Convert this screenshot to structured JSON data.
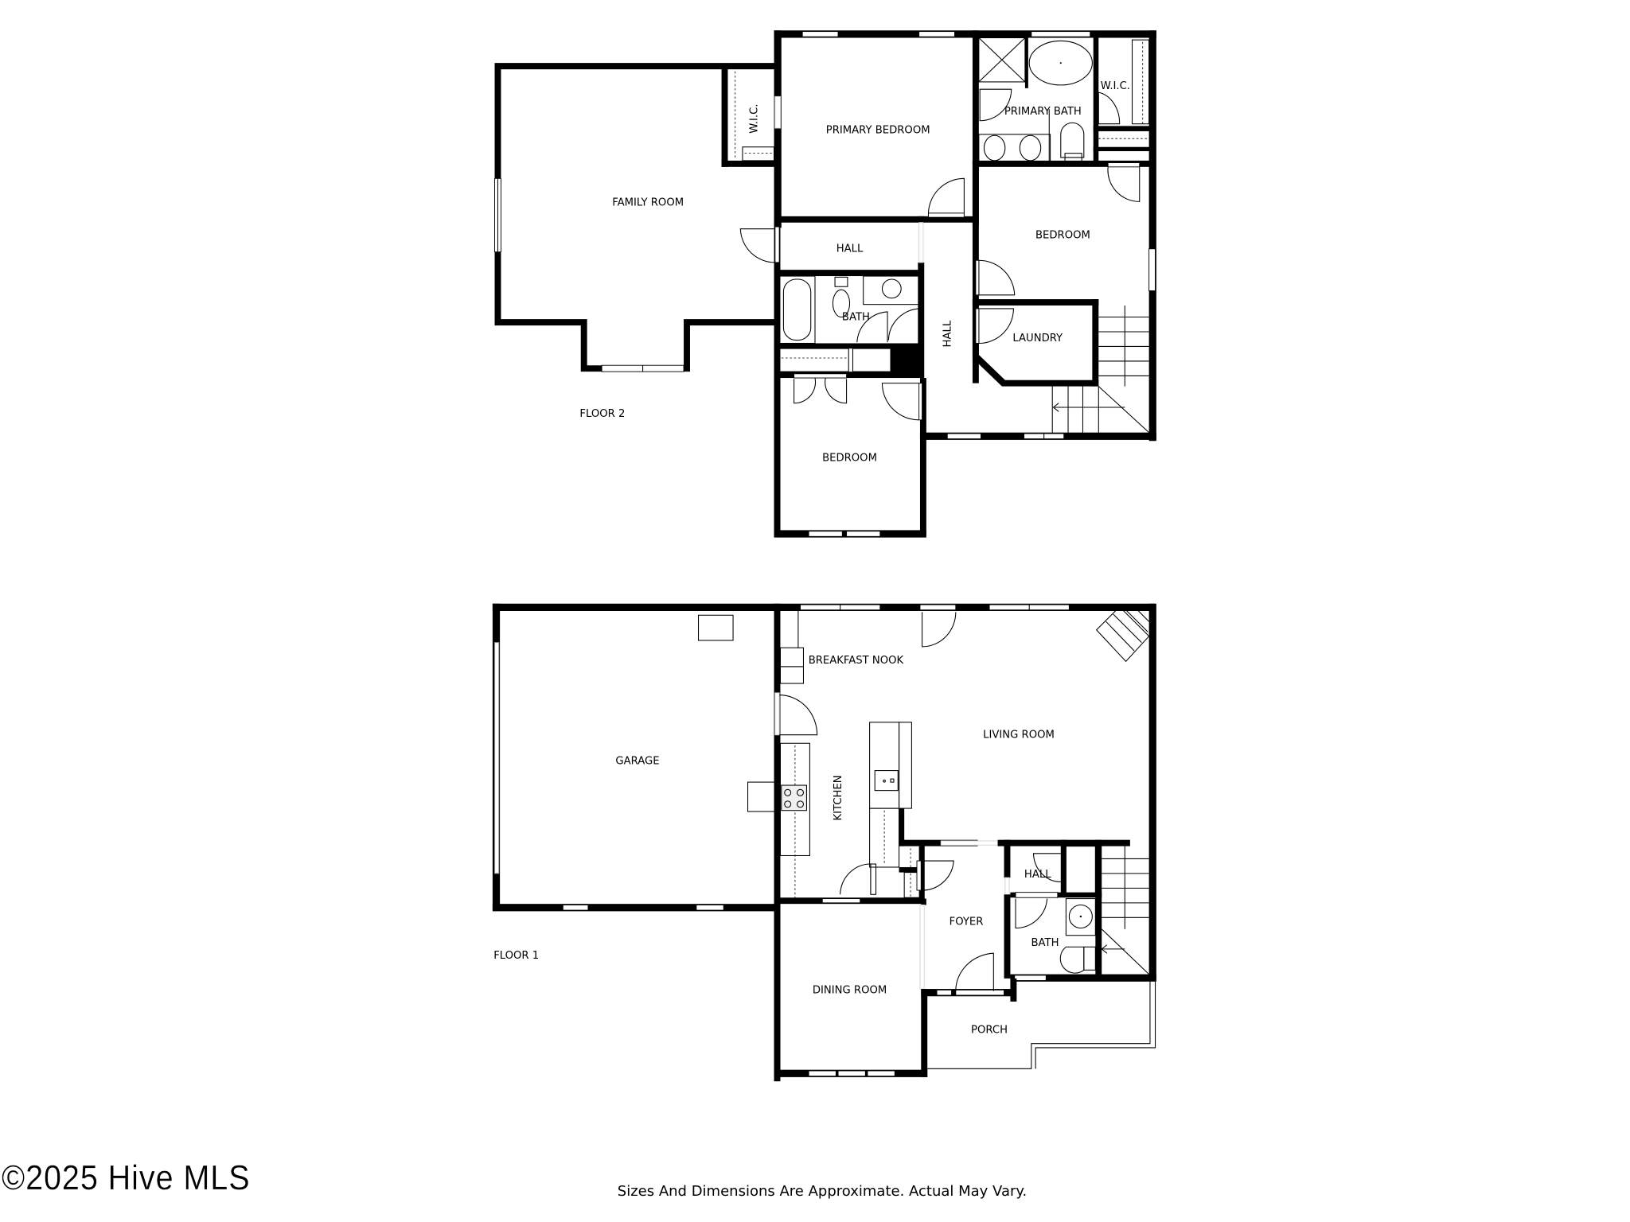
{
  "floors": [
    {
      "name": "FLOOR 2",
      "rooms": [
        {
          "id": "family-room",
          "label": "FAMILY ROOM"
        },
        {
          "id": "wic-left",
          "label": "W.I.C."
        },
        {
          "id": "primary-bedroom",
          "label": "PRIMARY BEDROOM"
        },
        {
          "id": "primary-bath",
          "label": "PRIMARY BATH"
        },
        {
          "id": "wic-right",
          "label": "W.I.C."
        },
        {
          "id": "hall-upper",
          "label": "HALL"
        },
        {
          "id": "bath-upper",
          "label": "BATH"
        },
        {
          "id": "hall-vertical",
          "label": "HALL"
        },
        {
          "id": "bedroom-right",
          "label": "BEDROOM"
        },
        {
          "id": "laundry",
          "label": "LAUNDRY"
        },
        {
          "id": "bedroom-lower",
          "label": "BEDROOM"
        }
      ]
    },
    {
      "name": "FLOOR 1",
      "rooms": [
        {
          "id": "garage",
          "label": "GARAGE"
        },
        {
          "id": "breakfast-nook",
          "label": "BREAKFAST NOOK"
        },
        {
          "id": "living-room",
          "label": "LIVING ROOM"
        },
        {
          "id": "kitchen",
          "label": "KITCHEN"
        },
        {
          "id": "hall-lower",
          "label": "HALL"
        },
        {
          "id": "foyer",
          "label": "FOYER"
        },
        {
          "id": "bath-lower",
          "label": "BATH"
        },
        {
          "id": "dining-room",
          "label": "DINING ROOM"
        },
        {
          "id": "porch",
          "label": "PORCH"
        }
      ]
    }
  ],
  "footer": {
    "copyright": "©2025 Hive MLS",
    "disclaimer": "Sizes And Dimensions Are Approximate. Actual May Vary."
  }
}
